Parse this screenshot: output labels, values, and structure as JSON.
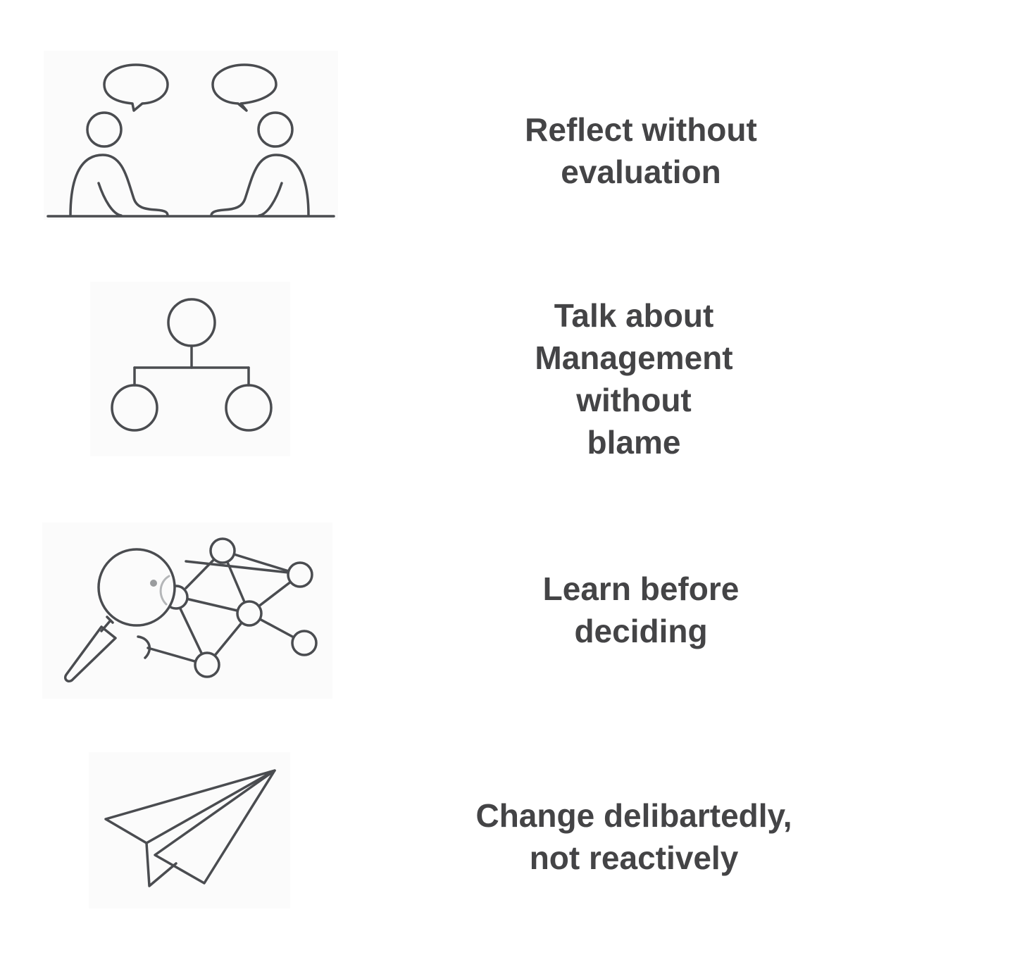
{
  "rows": [
    {
      "icon": "conversation-icon",
      "lines": [
        "Reflect without",
        "evaluation"
      ]
    },
    {
      "icon": "org-chart-icon",
      "lines": [
        "Talk about",
        "Management",
        "without",
        "blame"
      ]
    },
    {
      "icon": "magnifier-network-icon",
      "lines": [
        "Learn before",
        "deciding"
      ]
    },
    {
      "icon": "paper-plane-icon",
      "lines": [
        "Change delibartedly,",
        "not reactively"
      ]
    }
  ],
  "colors": {
    "text": "#444446",
    "icon_stroke": "#4a4c50",
    "background": "#ffffff"
  }
}
